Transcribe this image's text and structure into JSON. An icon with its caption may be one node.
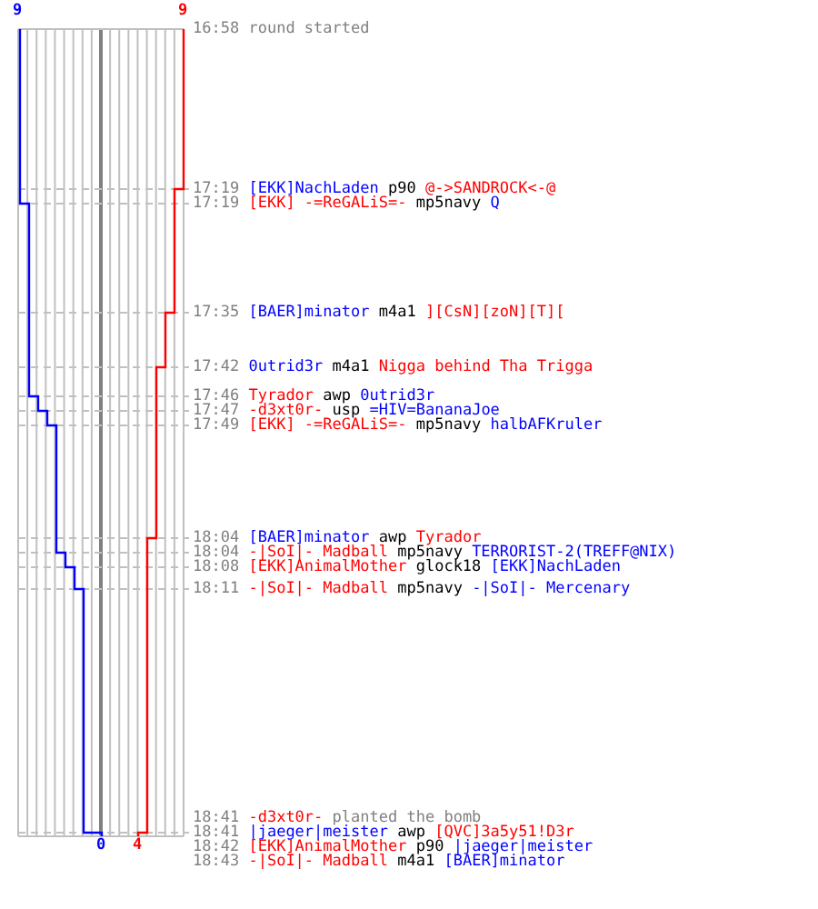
{
  "diagram": {
    "labels": [
      "9",
      "9",
      "16:58",
      "round started",
      "17:19",
      "[EKK]NachLaden",
      "p90",
      "@->SANDROCK<-@",
      "17:19",
      "[EKK] -=ReGALiS=-",
      "mp5navy",
      "Q",
      "17:35",
      "[BAER]minator",
      "m4a1",
      "][CsN][zoN][T][",
      "17:42",
      "0utrid3r",
      "m4a1",
      "Nigga behind Tha Trigga",
      "17:46",
      "Tyrador",
      "awp",
      "0utrid3r",
      "17:47",
      "-d3xt0r-",
      "usp",
      "=HIV=BananaJoe",
      "17:49",
      "[EKK] -=ReGALiS=-",
      "mp5navy",
      "halbAFKruler",
      "18:04",
      "[BAER]minator",
      "awp",
      "Tyrador",
      "18:04",
      "-|SoI|- Madball",
      "mp5navy",
      "TERRORIST-2(TREFF@NIX)",
      "18:08",
      "[EKK]AnimalMother",
      "glock18",
      "[EKK]NachLaden",
      "18:11",
      "-|SoI|- Madball",
      "mp5navy",
      "-|SoI|- Mercenary",
      "18:41",
      "-d3xt0r-",
      "planted the bomb",
      "18:41",
      "|jaeger|meister",
      "awp",
      "[QVC]3a5y51!D3r",
      "18:42",
      "[EKK]AnimalMother",
      "p90",
      "|jaeger|meister",
      "18:43",
      "-|SoI|- Madball",
      "m4a1",
      "[BAER]minator",
      "0",
      "4"
    ]
  }
}
